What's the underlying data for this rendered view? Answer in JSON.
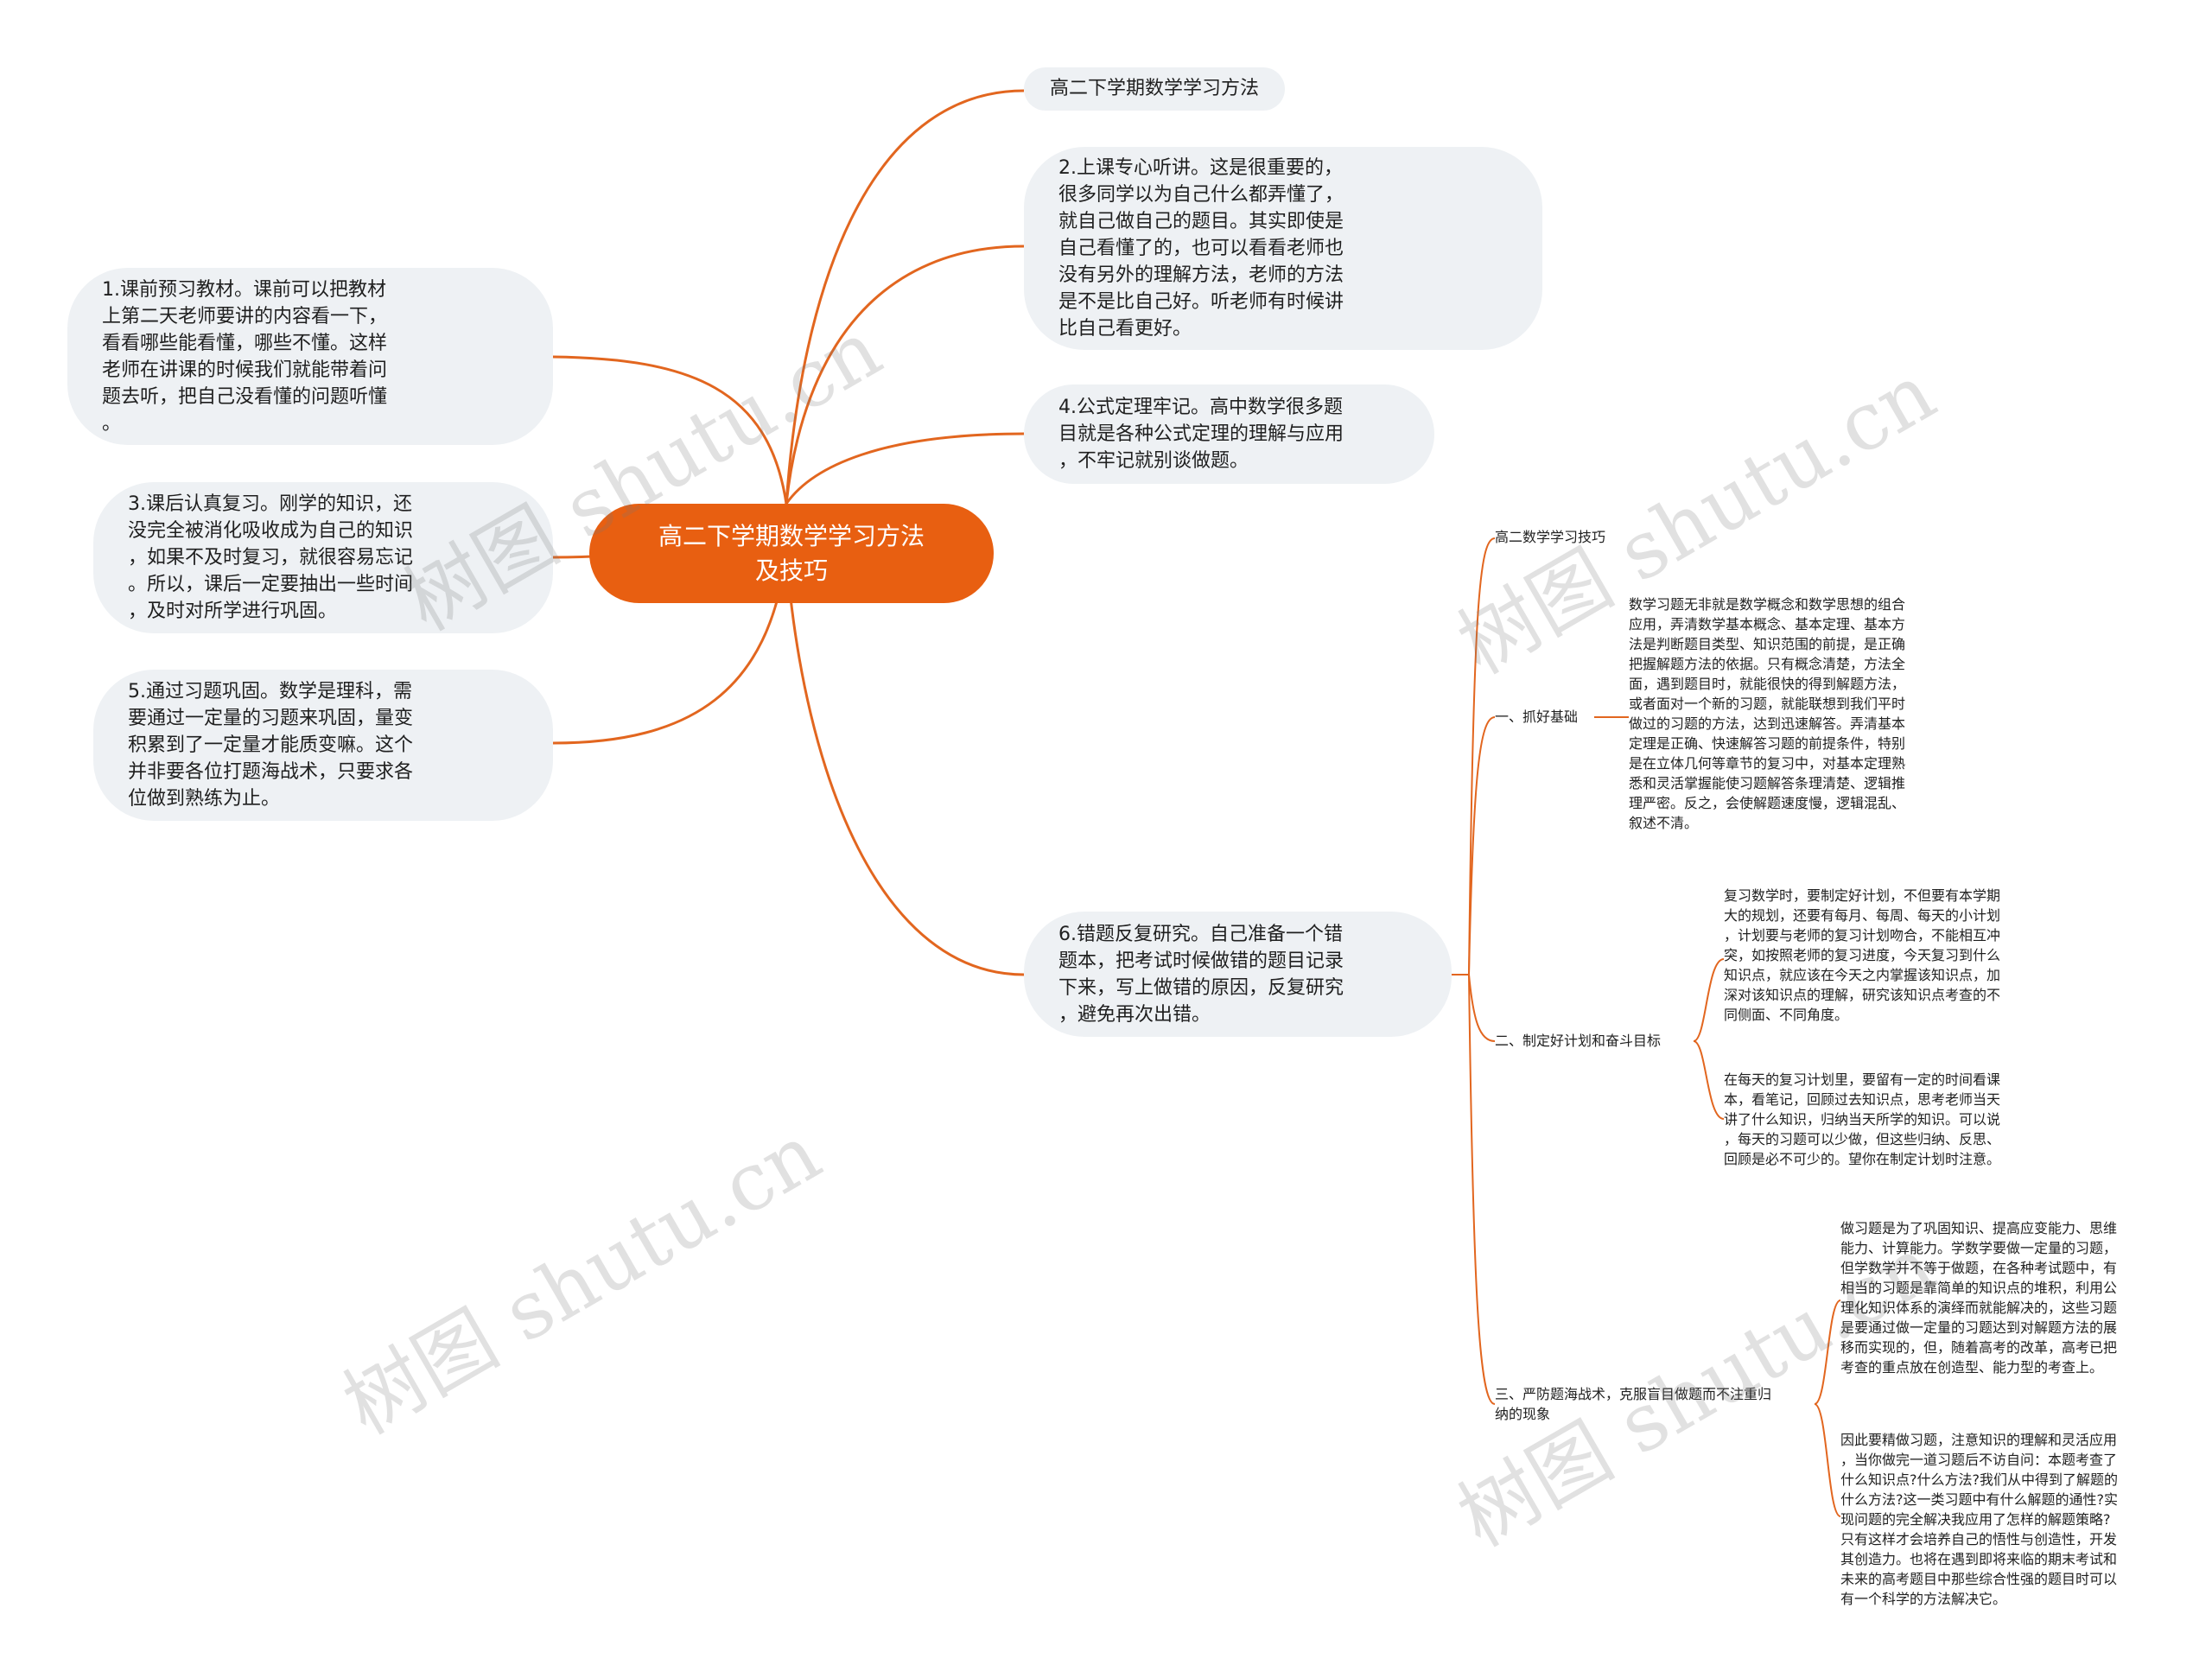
{
  "root": {
    "title": "高二下学期数学学习方法\n及技巧"
  },
  "branches_right": {
    "title_pill": "高二下学期数学学习方法",
    "item2": "2.上课专心听讲。这是很重要的，\n很多同学以为自己什么都弄懂了，\n就自己做自己的题目。其实即使是\n自己看懂了的，也可以看看老师也\n没有另外的理解方法，老师的方法\n是不是比自己好。听老师有时候讲\n比自己看更好。",
    "item4": "4.公式定理牢记。高中数学很多题\n目就是各种公式定理的理解与应用\n，不牢记就别谈做题。",
    "item6": "6.错题反复研究。自己准备一个错\n题本，把考试时候做错的题目记录\n下来，写上做错的原因，反复研究\n，避免再次出错。"
  },
  "branches_left": {
    "item1": "1.课前预习教材。课前可以把教材\n上第二天老师要讲的内容看一下，\n看看哪些能看懂，哪些不懂。这样\n老师在讲课的时候我们就能带着问\n题去听，把自己没看懂的问题听懂\n。",
    "item3": "3.课后认真复习。刚学的知识，还\n没完全被消化吸收成为自己的知识\n，如果不及时复习，就很容易忘记\n。所以，课后一定要抽出一些时间\n，及时对所学进行巩固。",
    "item5": "5.通过习题巩固。数学是理科，需\n要通过一定量的习题来巩固，量变\n积累到了一定量才能质变嘛。这个\n并非要各位打题海战术，只要求各\n位做到熟练为止。"
  },
  "sub_tree": {
    "head": "高二数学学习技巧",
    "s1_label": "一、抓好基础",
    "s1_text": "数学习题无非就是数学概念和数学思想的组合\n应用，弄清数学基本概念、基本定理、基本方\n法是判断题目类型、知识范围的前提，是正确\n把握解题方法的依据。只有概念清楚，方法全\n面，遇到题目时，就能很快的得到解题方法，\n或者面对一个新的习题，就能联想到我们平时\n做过的习题的方法，达到迅速解答。弄清基本\n定理是正确、快速解答习题的前提条件，特别\n是在立体几何等章节的复习中，对基本定理熟\n悉和灵活掌握能使习题解答条理清楚、逻辑推\n理严密。反之，会使解题速度慢，逻辑混乱、\n叙述不清。",
    "s2_label": "二、制定好计划和奋斗目标",
    "s2_text_a": "复习数学时，要制定好计划，不但要有本学期\n大的规划，还要有每月、每周、每天的小计划\n，计划要与老师的复习计划吻合，不能相互冲\n突，如按照老师的复习进度，今天复习到什么\n知识点，就应该在今天之内掌握该知识点，加\n深对该知识点的理解，研究该知识点考查的不\n同侧面、不同角度。",
    "s2_text_b": "在每天的复习计划里，要留有一定的时间看课\n本，看笔记，回顾过去知识点，思考老师当天\n讲了什么知识，归纳当天所学的知识。可以说\n，每天的习题可以少做，但这些归纳、反思、\n回顾是必不可少的。望你在制定计划时注意。",
    "s3_label": "三、严防题海战术，克服盲目做题而不注重归\n纳的现象",
    "s3_text_a": "做习题是为了巩固知识、提高应变能力、思维\n能力、计算能力。学数学要做一定量的习题，\n但学数学并不等于做题，在各种考试题中，有\n相当的习题是靠简单的知识点的堆积，利用公\n理化知识体系的演绎而就能解决的，这些习题\n是要通过做一定量的习题达到对解题方法的展\n移而实现的，但，随着高考的改革，高考已把\n考查的重点放在创造型、能力型的考查上。",
    "s3_text_b": "因此要精做习题，注意知识的理解和灵活应用\n，当你做完一道习题后不访自问：本题考查了\n什么知识点?什么方法?我们从中得到了解题的\n什么方法?这一类习题中有什么解题的通性?实\n现问题的完全解决我应用了怎样的解题策略?\n只有这样才会培养自己的悟性与创造性，开发\n其创造力。也将在遇到即将来临的期末考试和\n未来的高考题目中那些综合性强的题目时可以\n有一个科学的方法解决它。"
  },
  "watermarks": [
    "树图 shutu.cn",
    "树图 shutu.cn",
    "树图 shutu.cn",
    "树图 shutu.cn"
  ],
  "colors": {
    "accent": "#e85f11",
    "line": "#e2661f",
    "bubble": "#eef1f4"
  }
}
